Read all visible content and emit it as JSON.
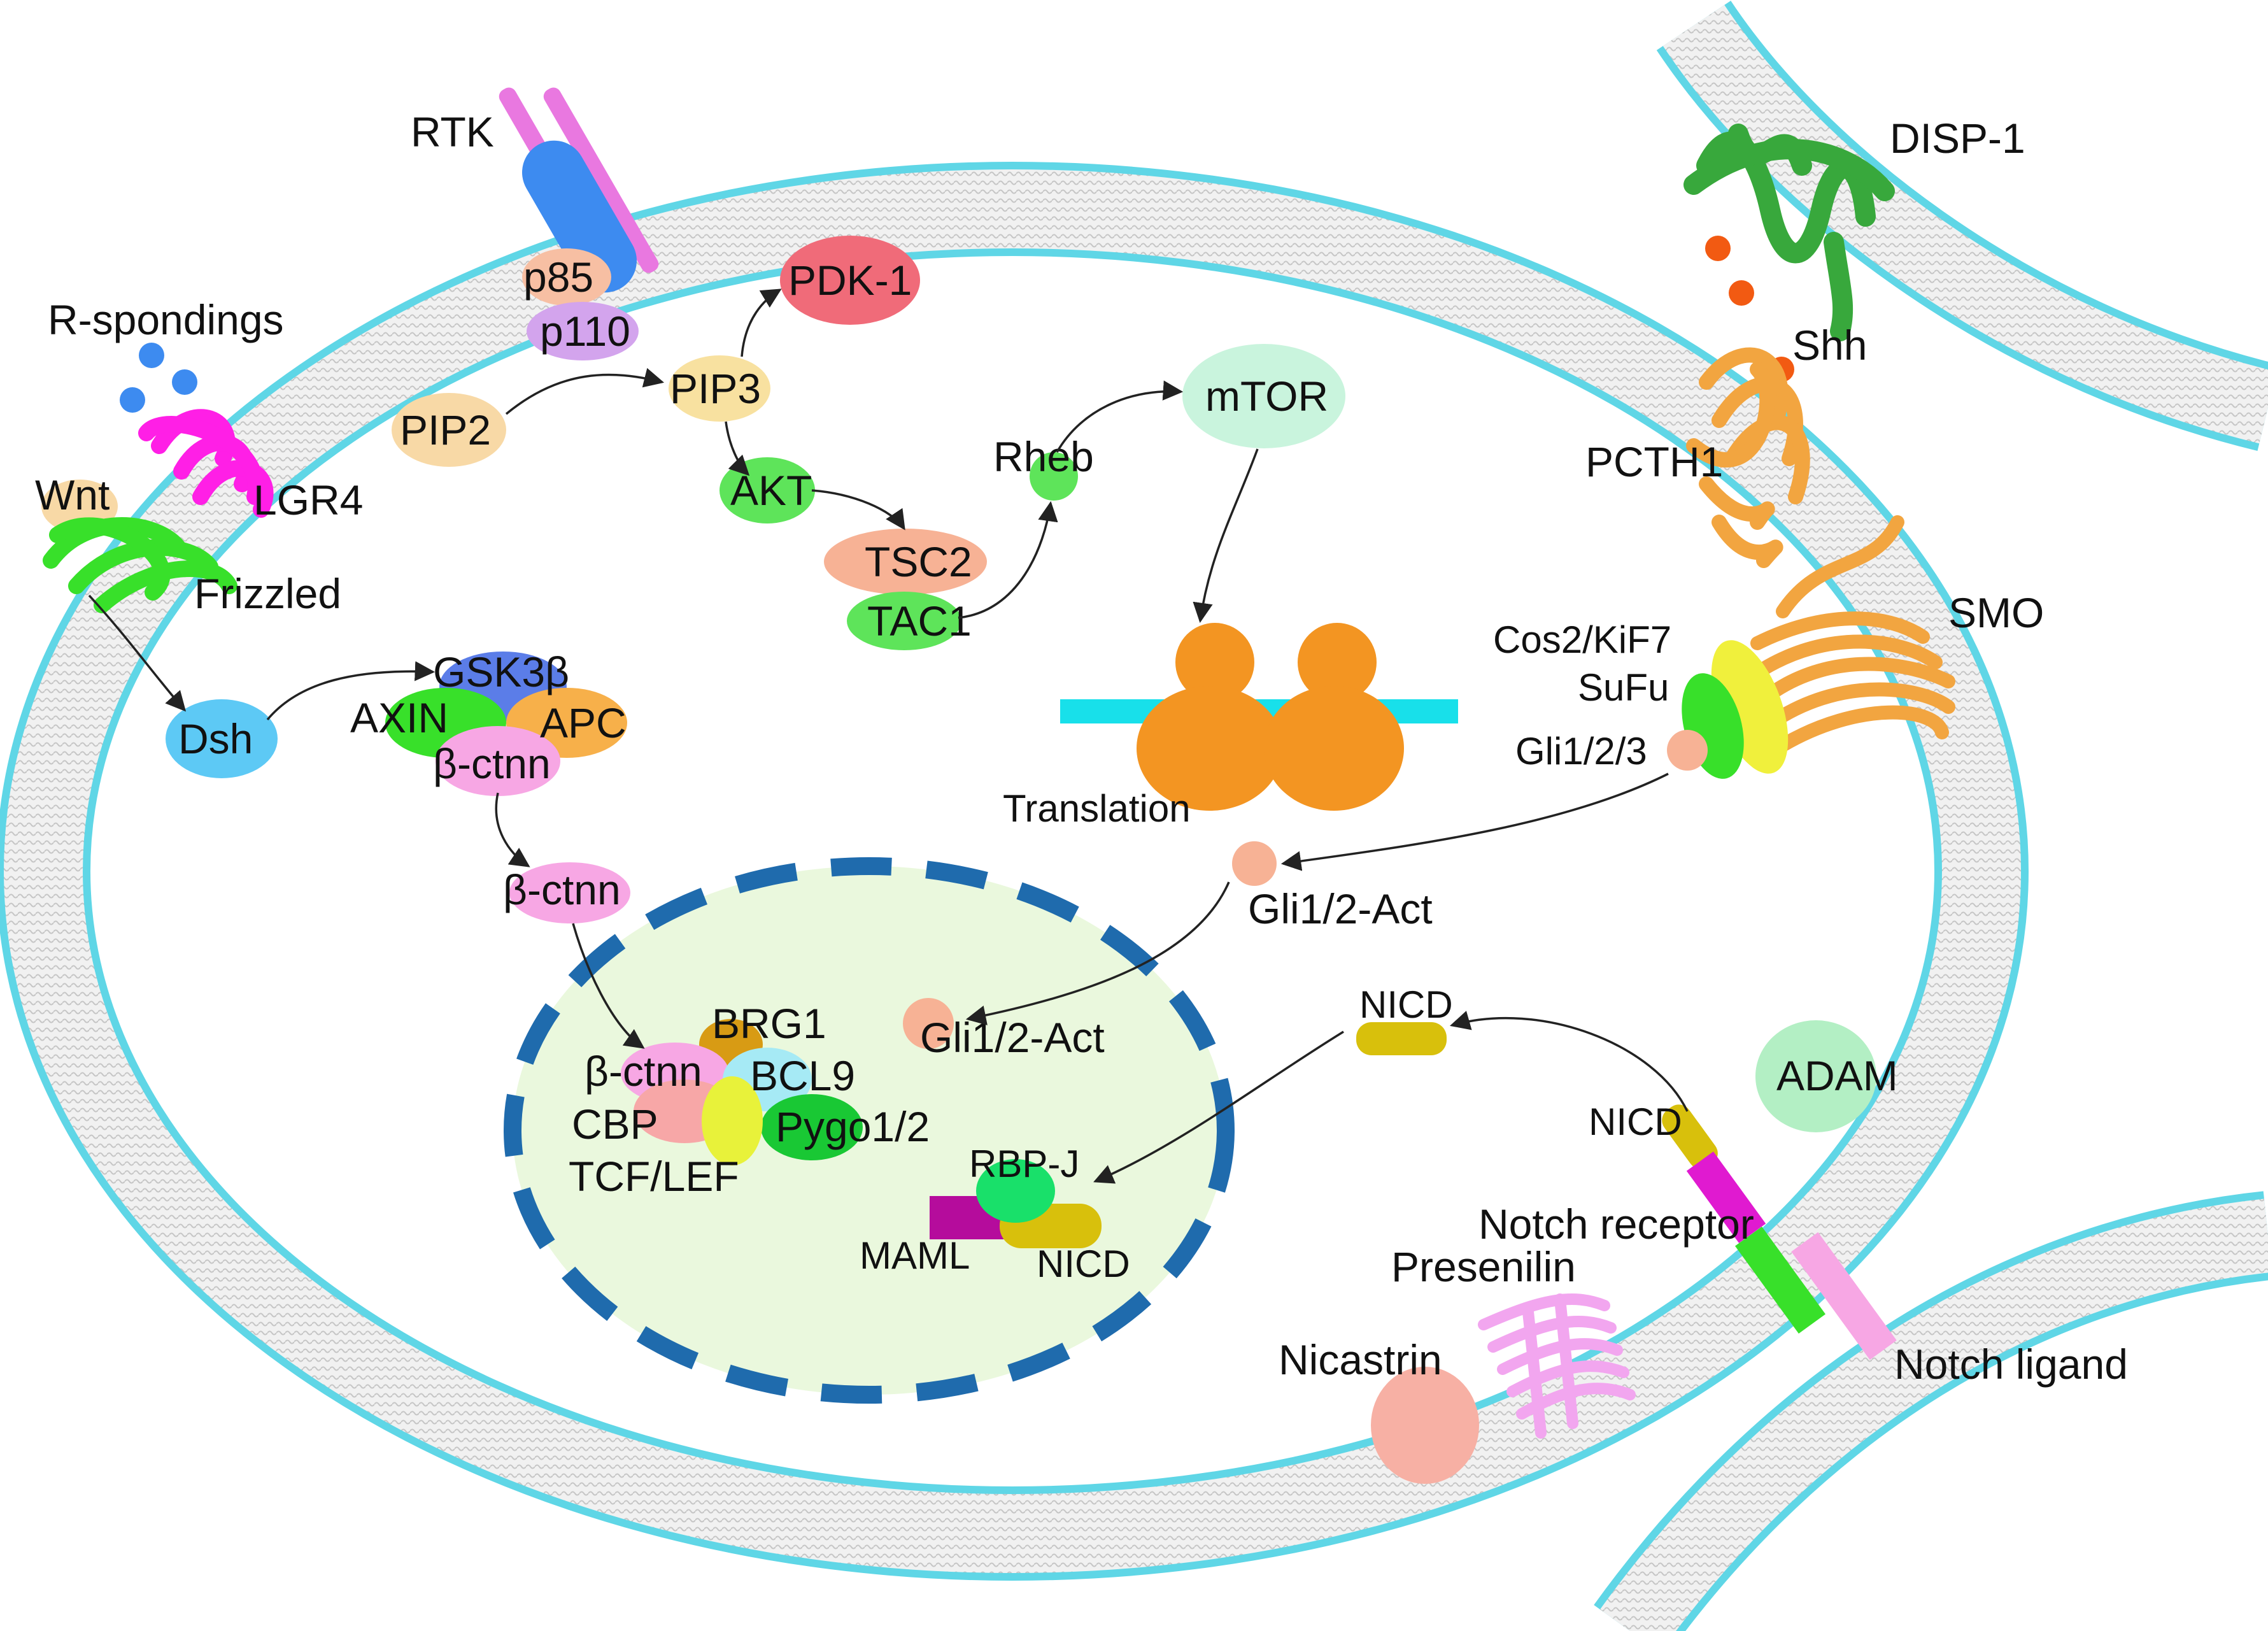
{
  "labels": {
    "rtk": "RTK",
    "p85": "p85",
    "p110": "p110",
    "pdk1": "PDK-1",
    "pip2": "PIP2",
    "pip3": "PIP3",
    "akt": "AKT",
    "tsc2": "TSC2",
    "tac1": "TAC1",
    "rheb": "Rheb",
    "mtor": "mTOR",
    "translation": "Translation",
    "r_spondings": "R-spondings",
    "lgr4": "LGR4",
    "wnt": "Wnt",
    "frizzled": "Frizzled",
    "dsh": "Dsh",
    "gsk3b": "GSK3β",
    "axin": "AXIN",
    "apc": "APC",
    "bctnn_complex": "β-ctnn",
    "bctnn_free": "β-ctnn",
    "brg1": "BRG1",
    "bctnn_nuc": "β-ctnn",
    "bcl9": "BCL9",
    "cbp": "CBP",
    "pygo": "Pygo1/2",
    "tcf_lef": "TCF/LEF",
    "gli_act_cyto": "Gli1/2-Act",
    "gli_act_nuc": "Gli1/2-Act",
    "rbpj": "RBP-J",
    "maml": "MAML",
    "nicd_nuc": "NICD",
    "nicd_cyto": "NICD",
    "nicd_mem": "NICD",
    "disp1": "DISP-1",
    "shh": "Shh",
    "pcth1": "PCTH1",
    "smo": "SMO",
    "cos2": "Cos2/KiF7",
    "sufu": "SuFu",
    "gli123": "Gli1/2/3",
    "adam": "ADAM",
    "notch_receptor": "Notch receptor",
    "presenilin": "Presenilin",
    "nicastrin": "Nicastrin",
    "notch_ligand": "Notch ligand"
  },
  "colors": {
    "membrane_bead": "#5fd6e6",
    "membrane_fill": "#ececec",
    "nucleus_fill": "#eaf8dd",
    "nucleus_border": "#1f6bad",
    "orange_ribosome": "#f39522",
    "lipid_orange": "#f2a540"
  }
}
